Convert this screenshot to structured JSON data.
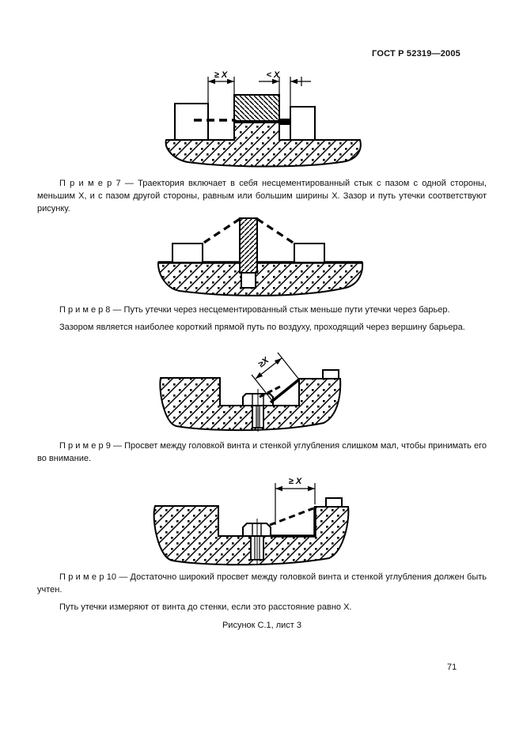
{
  "header": {
    "title": "ГОСТ Р 52319—2005"
  },
  "examples": {
    "ex7": {
      "text": "П р и м е р   7 — Траектория включает в себя несцементированный стык с пазом с одной стороны, меньшим X, и с пазом другой стороны, равным или большим ширины X. Зазор и путь утечки соответствуют рисунку."
    },
    "ex8": {
      "line1": "П р и м е р   8 — Путь утечки через несцементированный стык меньше пути утечки через барьер.",
      "line2": "Зазором является наиболее короткий прямой путь по воздуху, проходящий через вершину барьера."
    },
    "ex9": {
      "text": "П р и м е р   9 — Просвет между головкой винта и стенкой углубления слишком мал, чтобы принимать его во внимание."
    },
    "ex10": {
      "line1": "П р и м е р   10 — Достаточно широкий просвет между головкой винта и стенкой углубления должен быть учтен.",
      "line2": "Путь утечки измеряют от винта до стенки, если это расстояние равно X."
    }
  },
  "diagrams": {
    "d7": {
      "dim_left": "≥ X",
      "dim_right": "< X"
    },
    "d9": {
      "dim": "≥X"
    },
    "d10": {
      "dim": "≥ X"
    }
  },
  "figure": {
    "caption": "Рисунок С.1, лист 3"
  },
  "footer": {
    "page_number": "71"
  }
}
